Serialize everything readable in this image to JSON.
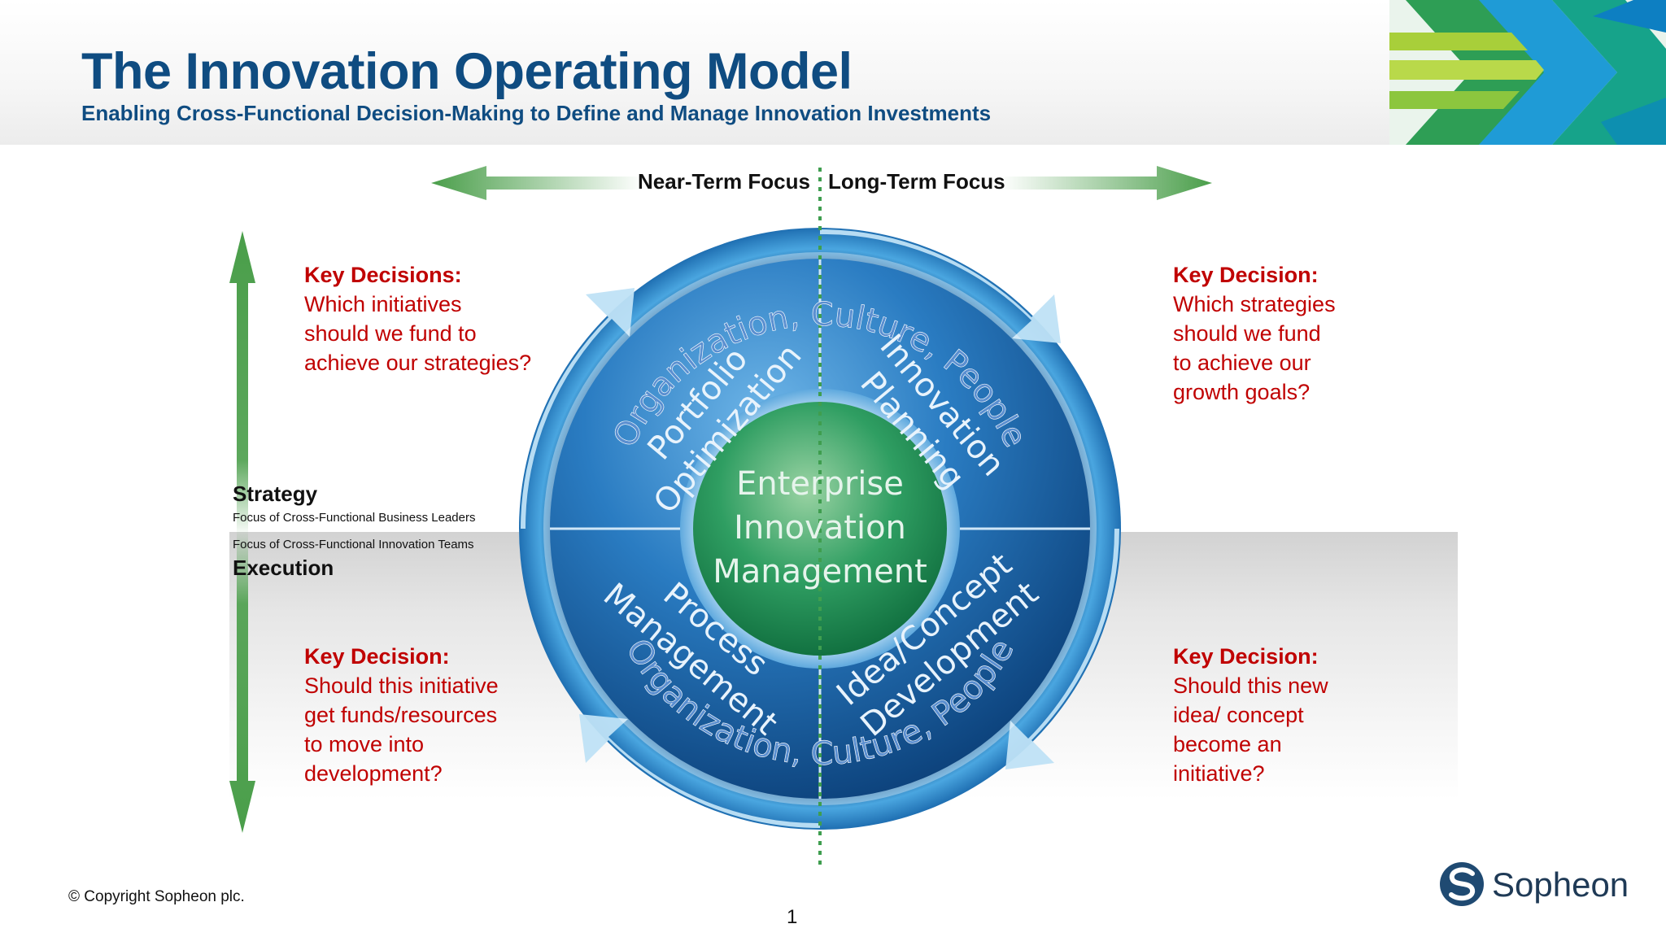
{
  "title": "The Innovation Operating Model",
  "subtitle": "Enabling Cross-Functional Decision-Making to Define and Manage Innovation Investments",
  "focus": {
    "near_term": "Near-Term Focus",
    "long_term": "Long-Term Focus"
  },
  "ring_text": {
    "top": "Organization, Culture, People",
    "bottom": "Organization, Culture, People"
  },
  "quadrants": {
    "top_left": "Portfolio Optimization",
    "top_left_l1": "Portfolio",
    "top_left_l2": "Optimization",
    "top_right_l1": "Innovation",
    "top_right_l2": "Planning",
    "bottom_left_l1": "Process",
    "bottom_left_l2": "Management",
    "bottom_right_l1": "Idea/Concept",
    "bottom_right_l2": "Development"
  },
  "center": {
    "line1": "Enterprise",
    "line2": "Innovation",
    "line3": "Management"
  },
  "bands": {
    "strategy_label": "Strategy",
    "strategy_sub": "Focus of Cross-Functional Business Leaders",
    "execution_sub": "Focus of Cross-Functional Innovation Teams",
    "execution_label": "Execution"
  },
  "key_decisions": {
    "top_left": {
      "title": "Key Decisions:",
      "lines": [
        "Which initiatives",
        "should we fund to",
        "achieve our strategies?"
      ]
    },
    "top_right": {
      "title": "Key Decision:",
      "lines": [
        "Which strategies",
        "should we fund",
        "to achieve our",
        "growth goals?"
      ]
    },
    "bottom_left": {
      "title": "Key Decision:",
      "lines": [
        "Should this initiative",
        "get funds/resources",
        "to move into",
        "development?"
      ]
    },
    "bottom_right": {
      "title": "Key Decision:",
      "lines": [
        "Should this new",
        "idea/ concept",
        "become an",
        "initiative?"
      ]
    }
  },
  "footer": {
    "copyright": "© Copyright Sopheon plc.",
    "page_number": "1",
    "brand": "Sopheon"
  },
  "colors": {
    "title_blue": "#0f4c81",
    "decision_red": "#c00000",
    "arrow_green": "#4a9e4a",
    "wheel_blue": "#1e6fb4",
    "center_green": "#1f8e58"
  }
}
